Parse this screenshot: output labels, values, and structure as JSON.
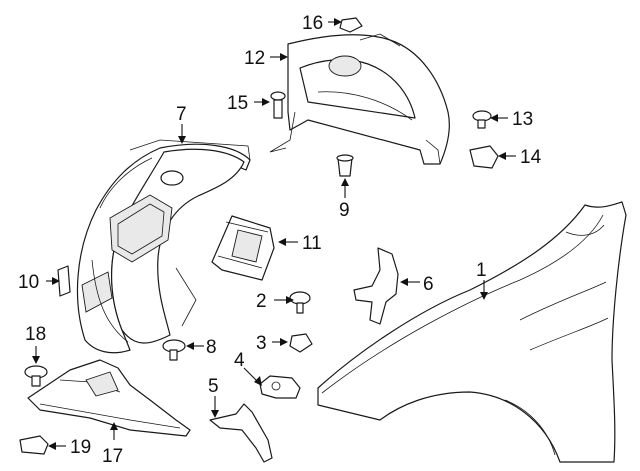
{
  "callouts": [
    "1",
    "2",
    "3",
    "4",
    "5",
    "6",
    "7",
    "8",
    "9",
    "10",
    "11",
    "12",
    "13",
    "14",
    "15",
    "16",
    "17",
    "18",
    "19"
  ],
  "colors": {
    "line": "#1a1a1a",
    "fill": "#ffffff",
    "shade": "#e9e9e9"
  }
}
